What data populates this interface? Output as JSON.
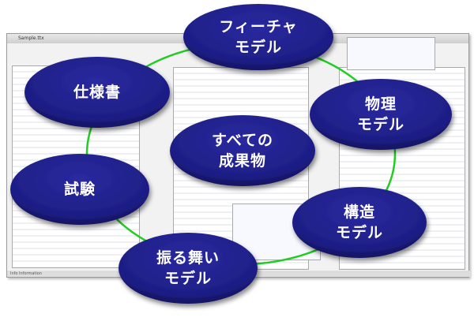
{
  "window": {
    "title": "Sample.ttx",
    "status": "Info Information"
  },
  "center_node": {
    "line1": "すべての",
    "line2": "成果物"
  },
  "nodes": [
    {
      "id": "feature",
      "line1": "フィーチャ",
      "line2": "モデル"
    },
    {
      "id": "spec",
      "line1": "仕様書",
      "line2": ""
    },
    {
      "id": "physical",
      "line1": "物理",
      "line2": "モデル"
    },
    {
      "id": "test",
      "line1": "試験",
      "line2": ""
    },
    {
      "id": "structure",
      "line1": "構造",
      "line2": "モデル"
    },
    {
      "id": "behavior",
      "line1": "振る舞い",
      "line2": "モデル"
    }
  ],
  "colors": {
    "node": "#1e1e86",
    "ring": "#22cc22",
    "text": "#ffffff"
  }
}
